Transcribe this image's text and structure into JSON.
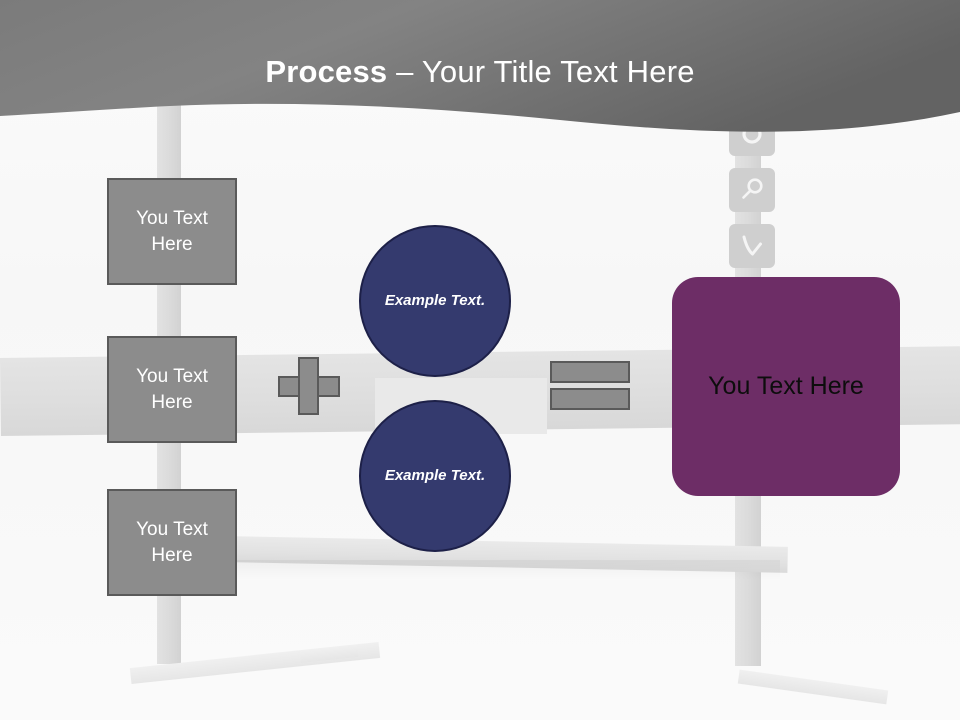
{
  "slide": {
    "title_bold": "Process",
    "title_rest": " – Your Title Text Here",
    "title_full": "Process – Your Title Text Here"
  },
  "theme": {
    "header_gradient_from": "#6f6f6f",
    "header_gradient_to": "#8c8c8c",
    "gray_box_fill": "#8c8c8c",
    "gray_box_border": "#5a5a5a",
    "circle_fill": "#343a6e",
    "circle_border": "#1d2048",
    "purple_fill": "#6d2d66",
    "background": "#fbfbfb",
    "frame_gray": "#dedede"
  },
  "left_boxes": [
    {
      "label": "You Text Here"
    },
    {
      "label": "You Text Here"
    },
    {
      "label": "You Text Here"
    }
  ],
  "operators": {
    "plus": "+",
    "equals": "="
  },
  "circles": [
    {
      "label": "Example Text."
    },
    {
      "label": "Example Text."
    }
  ],
  "result_box": {
    "label": "You Text Here"
  },
  "icon_tiles": [
    {
      "icon": "circle-outline-icon"
    },
    {
      "icon": "search-icon"
    },
    {
      "icon": "check-icon"
    }
  ]
}
